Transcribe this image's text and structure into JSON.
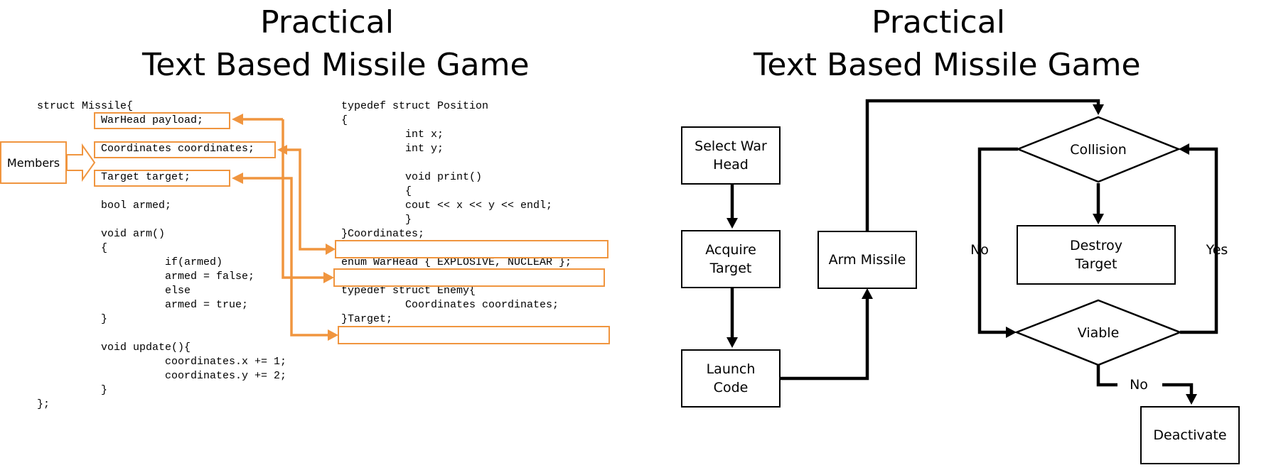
{
  "left_panel": {
    "title_line1": "Practical",
    "title_line2": "Text Based Missile Game",
    "code_left": [
      "struct Missile{",
      "          WarHead payload;",
      "",
      "          Coordinates coordinates;",
      "",
      "          Target target;",
      "",
      "          bool armed;",
      "",
      "          void arm()",
      "          {",
      "                    if(armed)",
      "                    armed = false;",
      "                    else",
      "                    armed = true;",
      "          }",
      "",
      "          void update(){",
      "                    coordinates.x += 1;",
      "                    coordinates.y += 2;",
      "          }",
      "};"
    ],
    "code_right": [
      "typedef struct Position",
      "{",
      "          int x;",
      "          int y;",
      "",
      "          void print()",
      "          {",
      "          cout << x << y << endl;",
      "          }",
      "}Coordinates;",
      "",
      "enum WarHead { EXPLOSIVE, NUCLEAR };",
      "",
      "typedef struct Enemy{",
      "          Coordinates coordinates;",
      "}Target;"
    ],
    "members_label": "Members",
    "accent_color": "#f0953f"
  },
  "right_panel": {
    "title_line1": "Practical",
    "title_line2": "Text Based Missile Game",
    "nodes": {
      "select_war_head": [
        "Select War",
        "Head"
      ],
      "acquire_target": [
        "Acquire",
        "Target"
      ],
      "launch_code": [
        "Launch",
        "Code"
      ],
      "arm_missile": [
        "Arm Missile"
      ],
      "collision": [
        "Collision"
      ],
      "destroy_target": [
        "Destroy",
        "Target"
      ],
      "viable": [
        "Viable"
      ],
      "deactivate": [
        "Deactivate"
      ]
    },
    "edge_labels": {
      "no_left": "No",
      "yes_right": "Yes",
      "no_bottom": "No"
    }
  }
}
